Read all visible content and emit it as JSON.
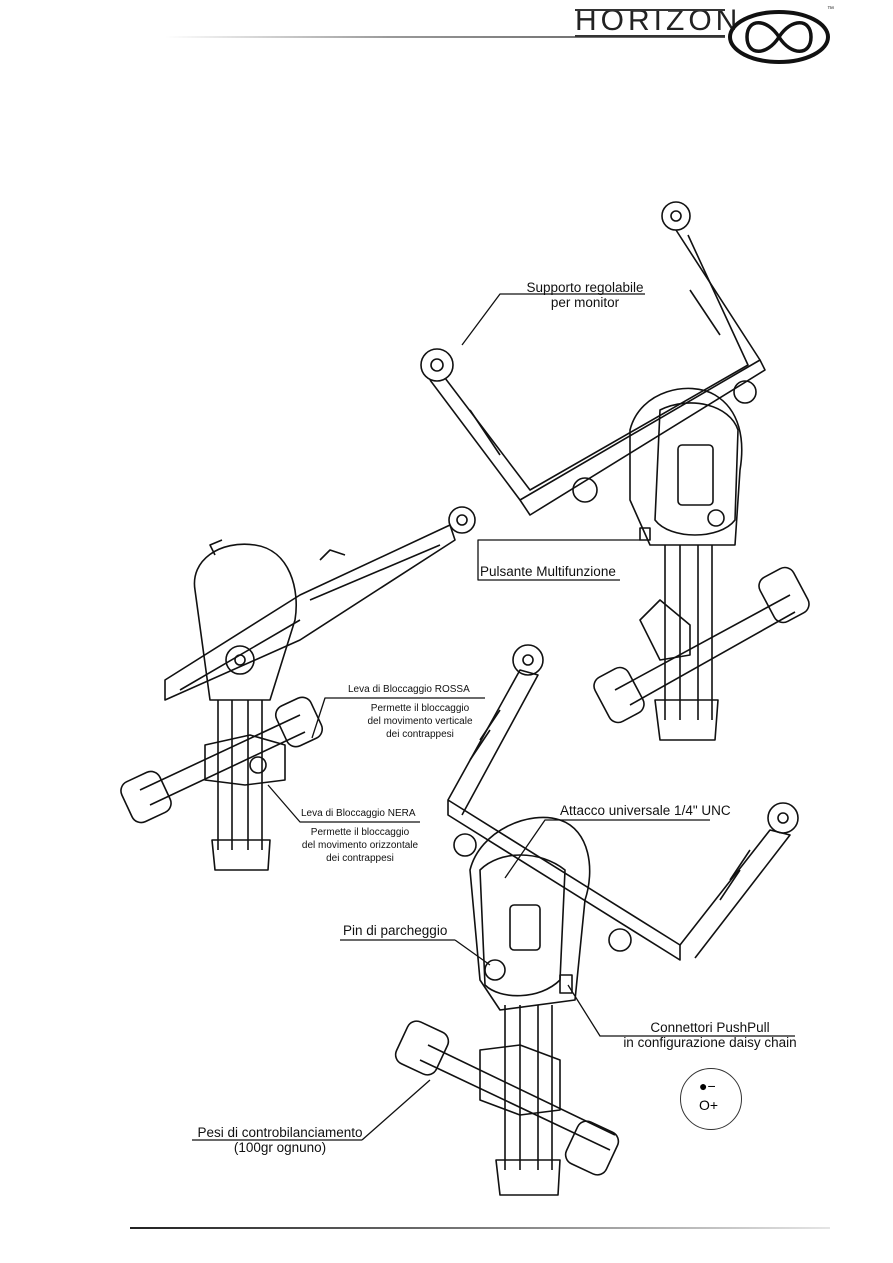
{
  "header": {
    "brand": "HORIZON",
    "trademark": "™"
  },
  "labels": {
    "monitor_support_line1": "Supporto regolabile",
    "monitor_support_line2": "per monitor",
    "multifunction_button": "Pulsante Multifunzione",
    "red_lock_title": "Leva di Bloccaggio ROSSA",
    "red_lock_desc1": "Permette il bloccaggio",
    "red_lock_desc2": "del movimento verticale",
    "red_lock_desc3": "dei contrappesi",
    "black_lock_title": "Leva di Bloccaggio NERA",
    "black_lock_desc1": "Permette il bloccaggio",
    "black_lock_desc2": "del movimento orizzontale",
    "black_lock_desc3": "dei contrappesi",
    "universal_mount": "Attacco universale 1/4\" UNC",
    "parking_pin": "Pin di parcheggio",
    "pushpull_line1": "Connettori PushPull",
    "pushpull_line2": "in configurazione daisy chain",
    "counterweights_line1": "Pesi di controbilanciamento",
    "counterweights_line2": "(100gr ognuno)"
  },
  "polarity": {
    "negative": "●−",
    "positive": "O+"
  }
}
